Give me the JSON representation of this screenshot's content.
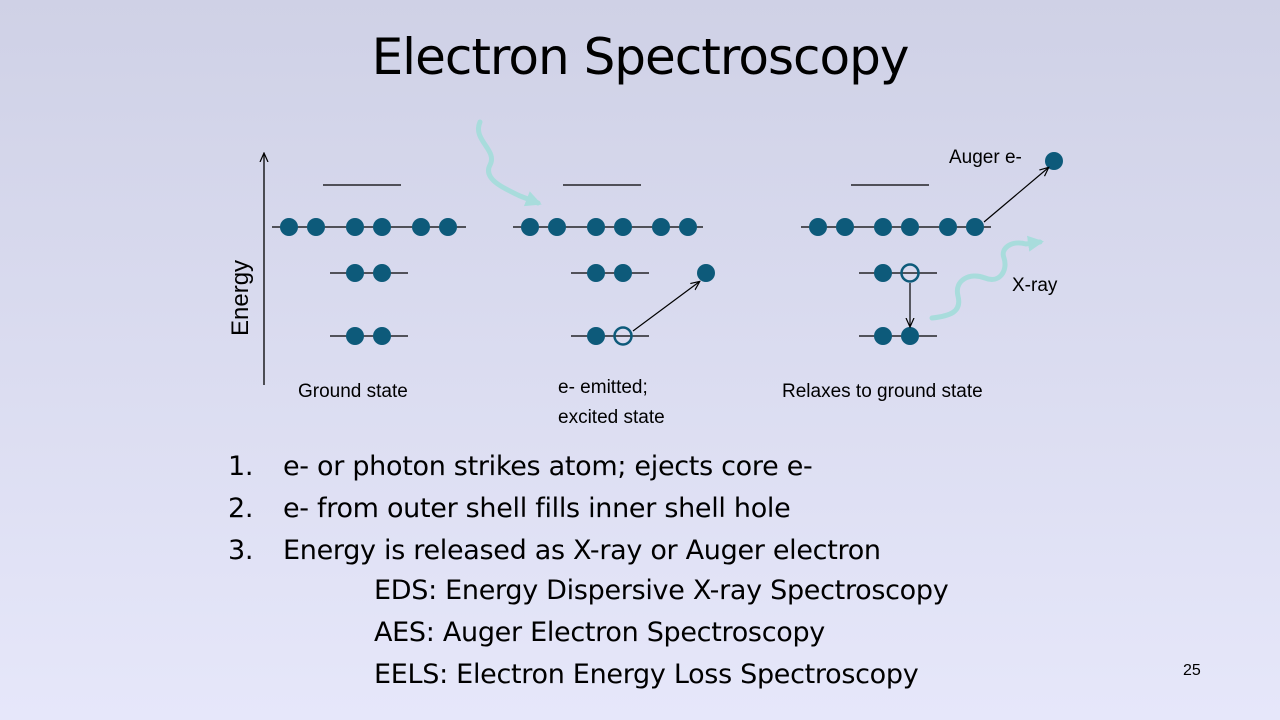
{
  "slide": {
    "title": "Electron Spectroscopy",
    "page_number": "25"
  },
  "diagram": {
    "axis_label": "Energy",
    "panels": [
      {
        "label_lines": [
          "Ground state"
        ]
      },
      {
        "label_lines": [
          "e- emitted;",
          "excited state"
        ]
      },
      {
        "label_lines": [
          "Relaxes to ground state"
        ]
      }
    ],
    "annotations": {
      "auger": "Auger e-",
      "xray": "X-ray"
    },
    "colors": {
      "electron": "#0d5a7a",
      "photon_wave": "#a8dcdc",
      "level_line": "#000000"
    }
  },
  "steps": [
    {
      "num": "1.",
      "text": "e- or photon strikes atom; ejects core e-"
    },
    {
      "num": "2.",
      "text": "e- from outer shell fills inner shell hole"
    },
    {
      "num": "3.",
      "text": "Energy is released as X-ray or Auger electron"
    }
  ],
  "definitions": [
    "EDS: Energy Dispersive X-ray Spectroscopy",
    "AES: Auger Electron Spectroscopy",
    "EELS: Electron Energy Loss Spectroscopy"
  ]
}
